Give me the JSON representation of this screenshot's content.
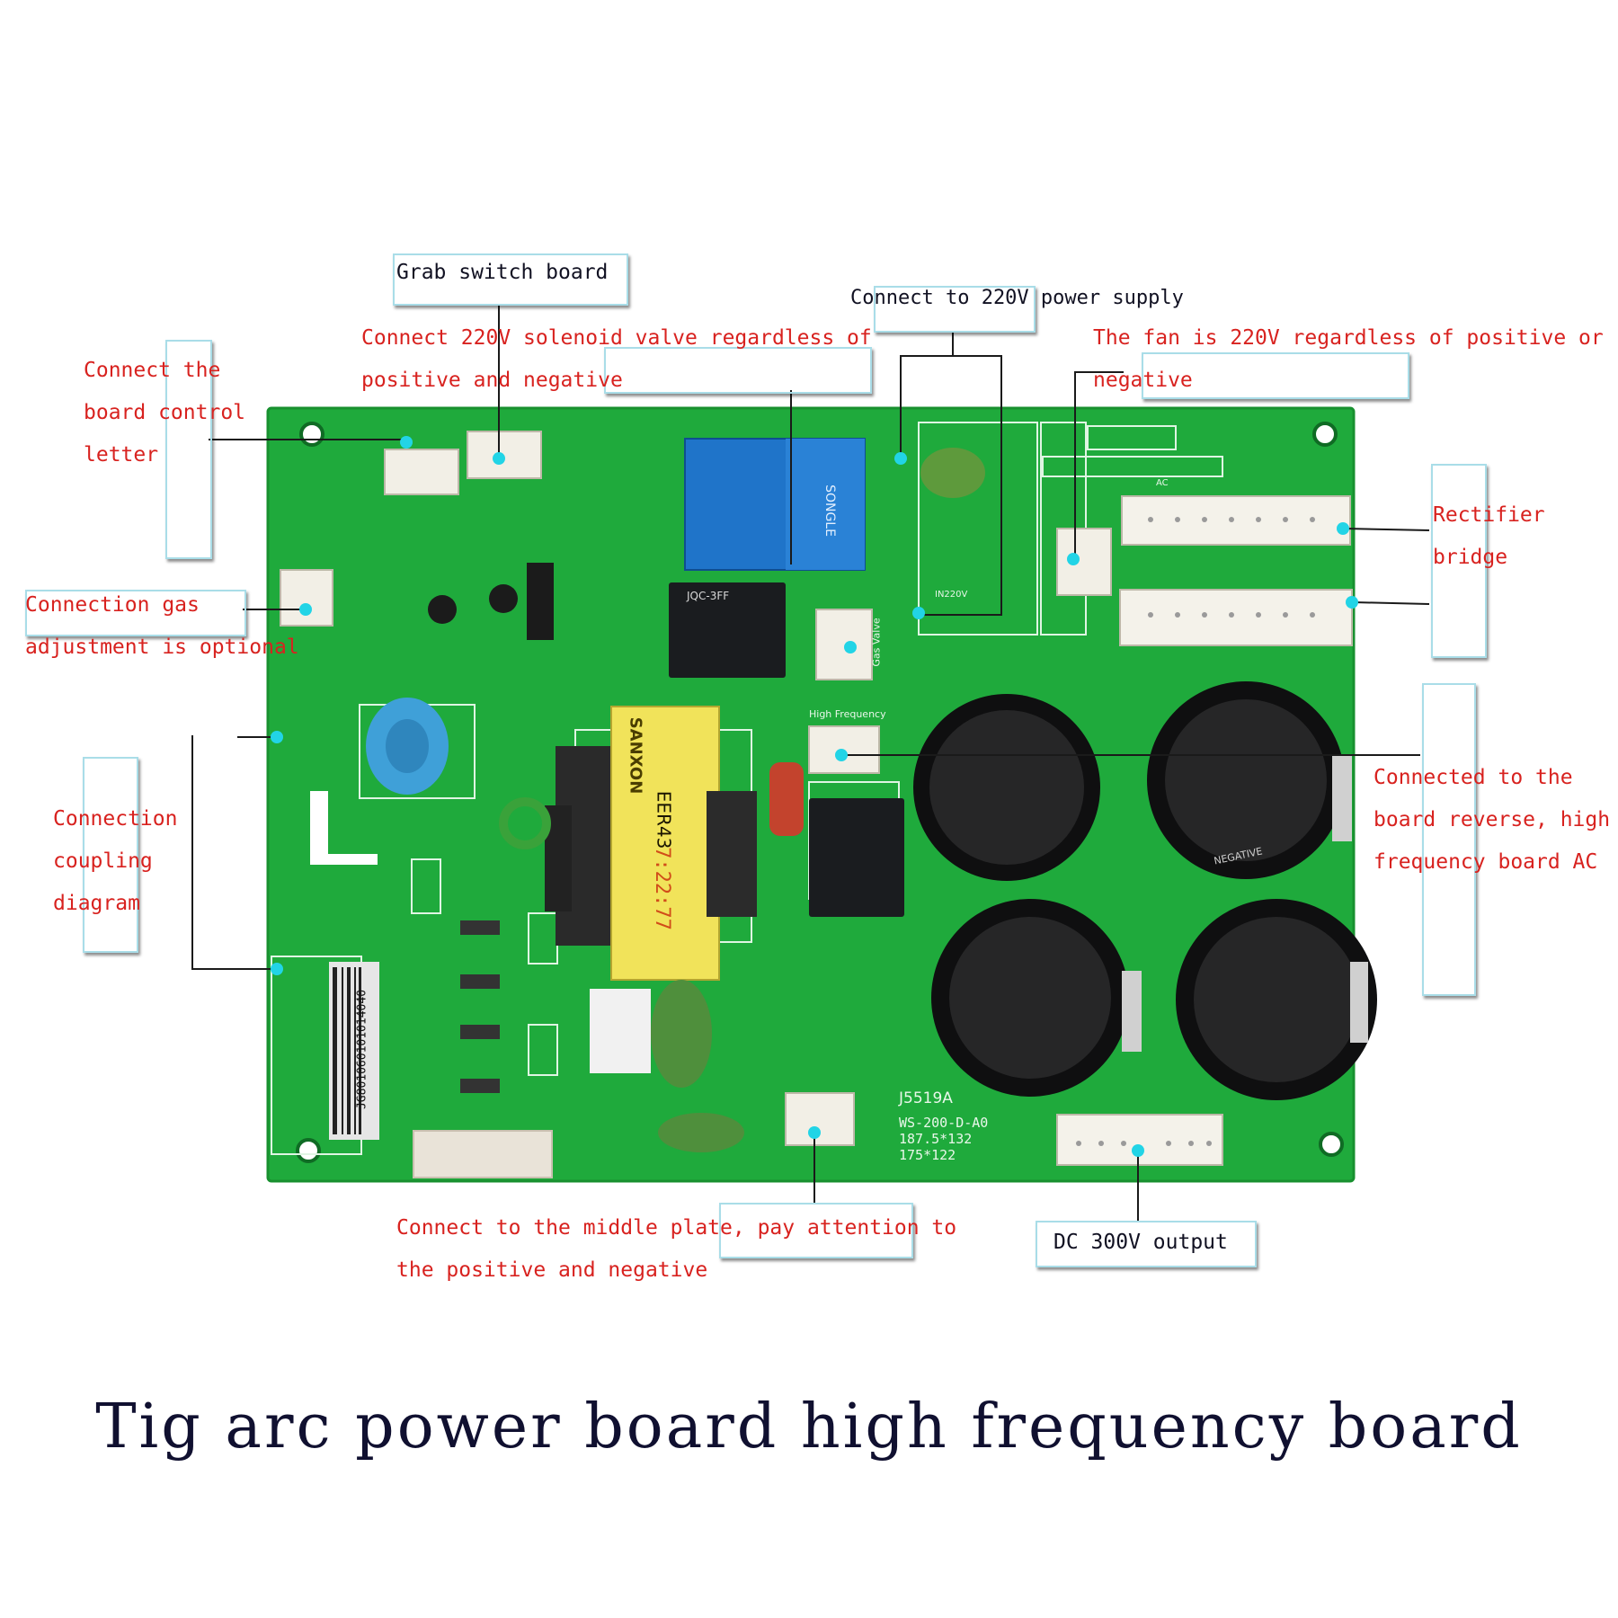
{
  "title": "Tig arc power board high frequency board",
  "labels": {
    "grab_switch": "Grab switch board",
    "power_supply": "Connect to 220V power supply",
    "solenoid_line1": "Connect 220V solenoid valve regardless of",
    "solenoid_line2": "positive and negative",
    "fan_line1": "The fan is 220V regardless of positive or",
    "fan_line2": "negative",
    "board_control_line1": "Connect the",
    "board_control_line2": "board control",
    "board_control_line3": "letter",
    "gas_line1": "Connection gas",
    "gas_line2": "adjustment is optional",
    "rectifier_line1": "Rectifier",
    "rectifier_line2": "bridge",
    "coupling_line1": "Connection",
    "coupling_line2": "coupling",
    "coupling_line3": "diagram",
    "reverse_line1": "Connected to the",
    "reverse_line2": "board reverse, high",
    "reverse_line3": "frequency board AC",
    "middle_line1": "Connect to the middle plate, pay attention to",
    "middle_line2": "the positive and negative",
    "dc_output": "DC 300V output"
  },
  "board": {
    "model": "J5519A",
    "spec_line1": "WS-200-D-A0",
    "spec_line2": "187.5*132",
    "spec_line3": "175*122",
    "barcode": "JG801060101014040",
    "transformer_brand": "SANXON",
    "transformer_type": "EER43",
    "transformer_code": "7:22:77",
    "relay_brand": "SONGLE",
    "relay_small_model": "JQC-3FF",
    "gas_valve_label": "Gas Valve",
    "high_freq_label": "High Frequency",
    "in220v_label": "IN220V",
    "ac_label": "AC",
    "cap_label": "NEGATIVE"
  },
  "colors": {
    "pcb_green": "#1faa3c",
    "annotation_red": "#d8221f",
    "connector_dot": "#22d4e6",
    "callout_border": "#a9dde8"
  }
}
